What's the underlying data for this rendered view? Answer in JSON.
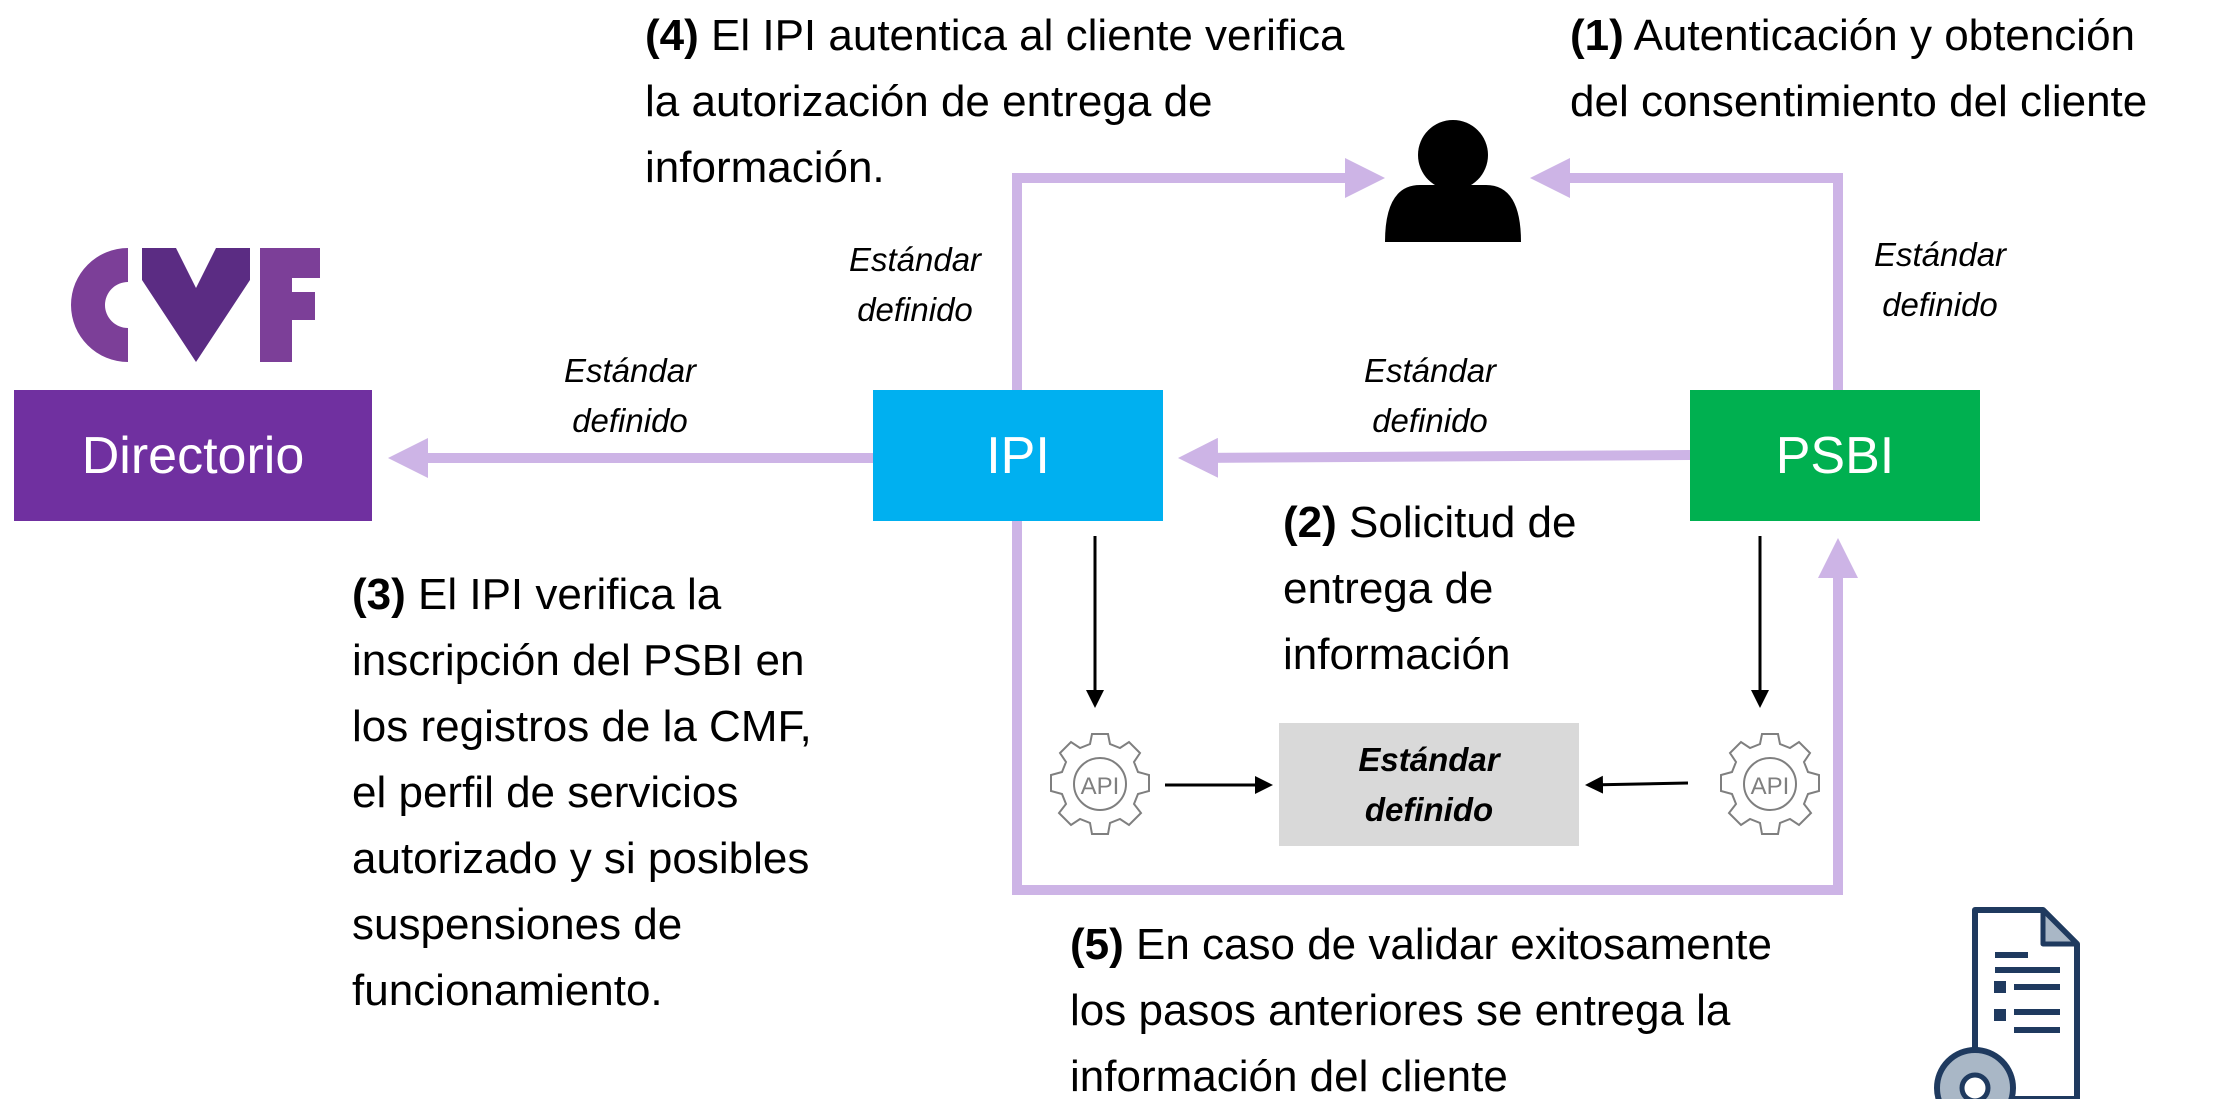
{
  "logo": {
    "text": "CMF",
    "color": "#7c3f98"
  },
  "boxes": {
    "directorio": "Directorio",
    "ipi": "IPI",
    "psbi": "PSBI",
    "standard": [
      "Estándar",
      "definido"
    ]
  },
  "standard_label": [
    "Estándar",
    "definido"
  ],
  "steps": {
    "s1": {
      "num": "(1)",
      "lines": [
        " Autenticación y obtención",
        "del consentimiento del cliente"
      ]
    },
    "s2": {
      "num": "(2)",
      "lines": [
        " Solicitud de",
        "entrega de",
        "información"
      ]
    },
    "s3": {
      "num": "(3)",
      "lines": [
        " El IPI verifica la",
        "inscripción del PSBI en",
        "los registros de la CMF,",
        "el perfil de servicios",
        "autorizado y si posibles",
        "suspensiones de",
        "funcionamiento."
      ]
    },
    "s4": {
      "num": "(4)",
      "lines": [
        " El IPI autentica al cliente verifica",
        "la autorización de entrega de",
        "información."
      ]
    },
    "s5": {
      "num": "(5)",
      "lines": [
        " En caso de validar exitosamente",
        "los pasos anteriores se entrega la",
        "información del cliente"
      ]
    }
  },
  "api_label": "API",
  "icons": [
    "user-icon",
    "api-gear-icon",
    "document-icon"
  ],
  "colors": {
    "directorio": "#7030a0",
    "ipi": "#00b0f0",
    "psbi": "#00b050",
    "standard_box": "#d9d9d9",
    "connector": "#cdb4e6",
    "logo": "#7c3f98"
  }
}
